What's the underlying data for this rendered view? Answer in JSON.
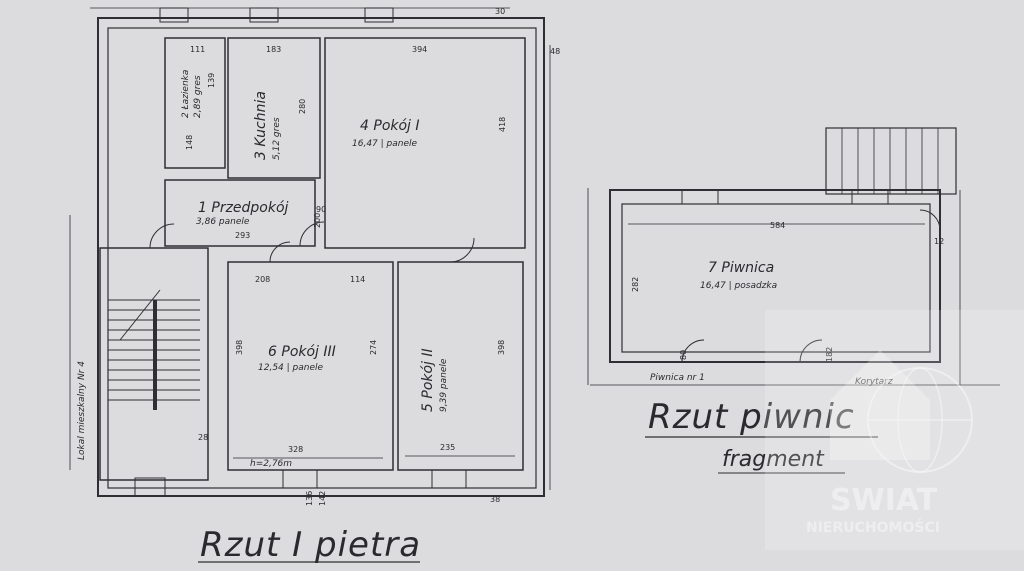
{
  "plan": {
    "floor_title": "Rzut I pietra",
    "basement_title": "Rzut piwnic",
    "basement_subtitle": "fragment",
    "stair_label": "Lokal mieszkalny Nr 4",
    "rooms": {
      "r1": {
        "num": "1",
        "name": "Przedpokój",
        "area": "3,86",
        "floor": "panele"
      },
      "r2": {
        "num": "2",
        "name": "Łazienka",
        "area": "2,89",
        "floor": "gres"
      },
      "r3": {
        "num": "3",
        "name": "Kuchnia",
        "area": "5,12",
        "floor": "gres"
      },
      "r4": {
        "num": "4",
        "name": "Pokój I",
        "area": "16,47",
        "floor": "panele"
      },
      "r5": {
        "num": "5",
        "name": "Pokój II",
        "area": "9,39",
        "floor": "panele"
      },
      "r6": {
        "num": "6",
        "name": "Pokój III",
        "area": "12,54",
        "floor": "panele"
      },
      "r7": {
        "num": "7",
        "name": "Piwnica",
        "area": "16,47",
        "floor": "posadzka"
      }
    },
    "basement_labels": {
      "cellar": "Piwnica nr 1",
      "corridor": "Korytarz"
    },
    "height": "h=2,76m",
    "dims": {
      "d_top_394": "394",
      "d_top_183": "183",
      "d_top_111": "111",
      "d_280": "280",
      "d_418": "418",
      "d_293": "293",
      "d_208": "208",
      "d_114": "114",
      "d_398a": "398",
      "d_274": "274",
      "d_328": "328",
      "d_398b": "398",
      "d_235": "235",
      "d_584": "584",
      "d_282": "282",
      "d_12": "12",
      "d_48": "48",
      "d_38": "38",
      "d_28": "28",
      "d_30": "30",
      "d_136": "136",
      "d_142": "142",
      "d_139": "139",
      "d_148": "148",
      "d_90": "90",
      "d_200": "200",
      "d_80": "80",
      "d_182": "182"
    }
  },
  "watermark": {
    "line1": "SWIAT",
    "line2": "NIERUCHOMOŚCI"
  }
}
